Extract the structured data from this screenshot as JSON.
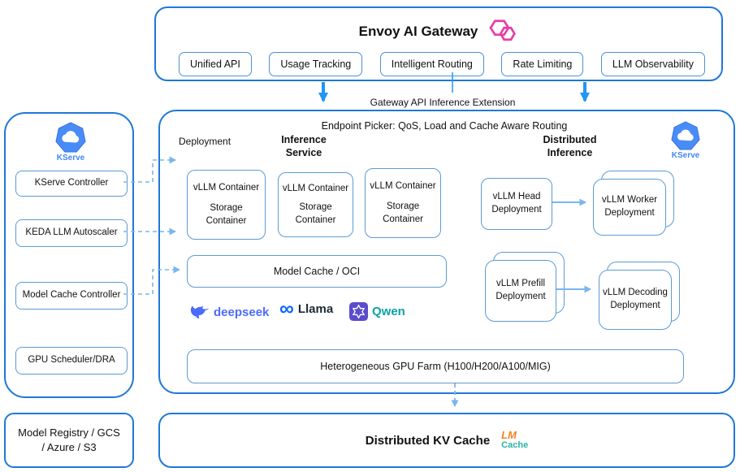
{
  "colors": {
    "primary_border": "#1e78d7",
    "inner_border": "#5b9bd5",
    "arrow_blue": "#2196f3",
    "arrow_light": "#7ab6ec",
    "envoy_pink": "#e63fa8",
    "kserve_blue": "#4286f5",
    "deepseek_blue": "#4d6bfe",
    "meta_blue": "#0866ff",
    "qwen_purple": "#5b4ccc",
    "lm_orange": "#f58220",
    "lm_teal": "#2bb3a3"
  },
  "gateway": {
    "title": "Envoy AI Gateway",
    "features": [
      {
        "label": "Unified API"
      },
      {
        "label": "Usage Tracking"
      },
      {
        "label": "Intelligent Routing"
      },
      {
        "label": "Rate Limiting"
      },
      {
        "label": "LLM Observability"
      }
    ]
  },
  "extension_label": "Gateway API Inference Extension",
  "main": {
    "endpoint_picker": "Endpoint Picker: QoS, Load and Cache Aware Routing",
    "deployment_label": "Deployment",
    "inference_service_label": "Inference Service",
    "kserve_label": "KServe",
    "containers": [
      {
        "top": "vLLM Container",
        "bottom": "Storage Container"
      },
      {
        "top": "vLLM Container",
        "bottom": "Storage Container"
      },
      {
        "top": "vLLM Container",
        "bottom": "Storage Container"
      }
    ],
    "model_cache_label": "Model Cache / OCI",
    "logos": {
      "deepseek": "deepseek",
      "llama": "Llama",
      "qwen": "Qwen"
    },
    "gpu_farm_label": "Heterogeneous GPU Farm (H100/H200/A100/MIG)",
    "distributed_inference_label": "Distributed Inference",
    "head_label": "vLLM Head Deployment",
    "worker_label": "vLLM Worker Deployment",
    "prefill_label": "vLLM Prefill Deployment",
    "decoding_label": "vLLM Decoding Deployment"
  },
  "sidebar": {
    "kserve_label": "KServe",
    "items": [
      {
        "label": "KServe Controller"
      },
      {
        "label": "KEDA LLM Autoscaler"
      },
      {
        "label": "Model Cache Controller"
      },
      {
        "label": "GPU Scheduler/DRA"
      }
    ]
  },
  "registry": {
    "label": "Model Registry / GCS / Azure / S3"
  },
  "kv_cache": {
    "label": "Distributed KV Cache",
    "lm_top": "LM",
    "lm_bottom": "Cache"
  }
}
